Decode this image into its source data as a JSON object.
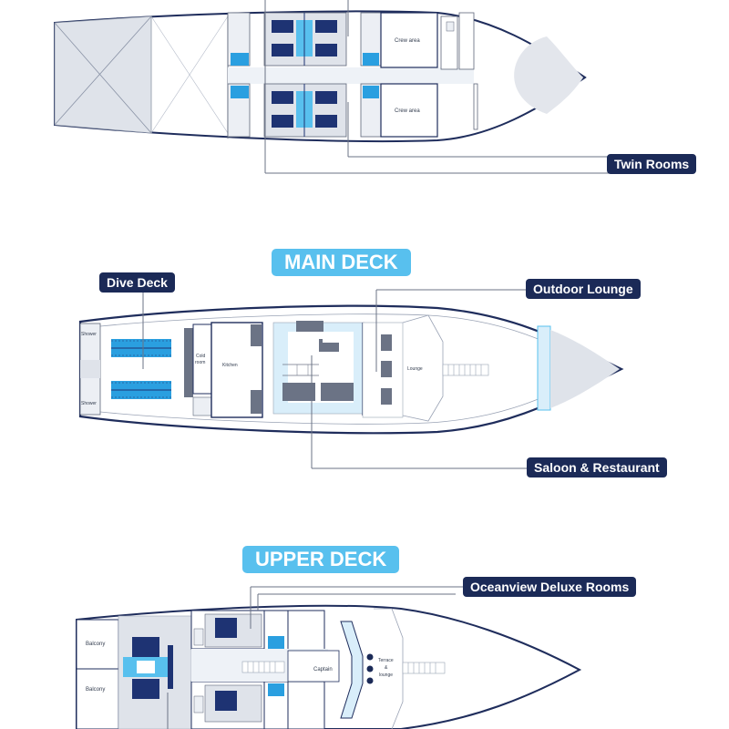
{
  "lower_deck": {
    "callouts": {
      "twin_rooms": "Twin Rooms"
    },
    "labels": {
      "crew_area_top": "Crew area",
      "crew_area_bottom": "Crew area"
    }
  },
  "main_deck": {
    "title": "MAIN DECK",
    "callouts": {
      "dive_deck": "Dive Deck",
      "outdoor_lounge": "Outdoor Lounge",
      "saloon_restaurant": "Saloon & Restaurant"
    },
    "labels": {
      "shower_top": "Shower",
      "shower_bottom": "Shower",
      "cold_room_1": "Cold",
      "cold_room_2": "room",
      "kitchen": "Kitchen",
      "lounge": "Lounge"
    }
  },
  "upper_deck": {
    "title": "UPPER DECK",
    "callouts": {
      "oceanview_deluxe": "Oceanview Deluxe Rooms"
    },
    "labels": {
      "balcony_top": "Balcony",
      "balcony_bottom": "Balcony",
      "captain": "Captain",
      "terrace_1": "Terrace",
      "terrace_2": "&",
      "terrace_3": "lounge"
    }
  },
  "colors": {
    "navy": "#1b2a57",
    "hull_line": "#1f2d5c",
    "accent_blue": "#58c0ee",
    "light_blue": "#d9eefa",
    "deck_gray": "#dfe3ea",
    "room_navy": "#1e3373",
    "leader_line": "#6b7385"
  }
}
